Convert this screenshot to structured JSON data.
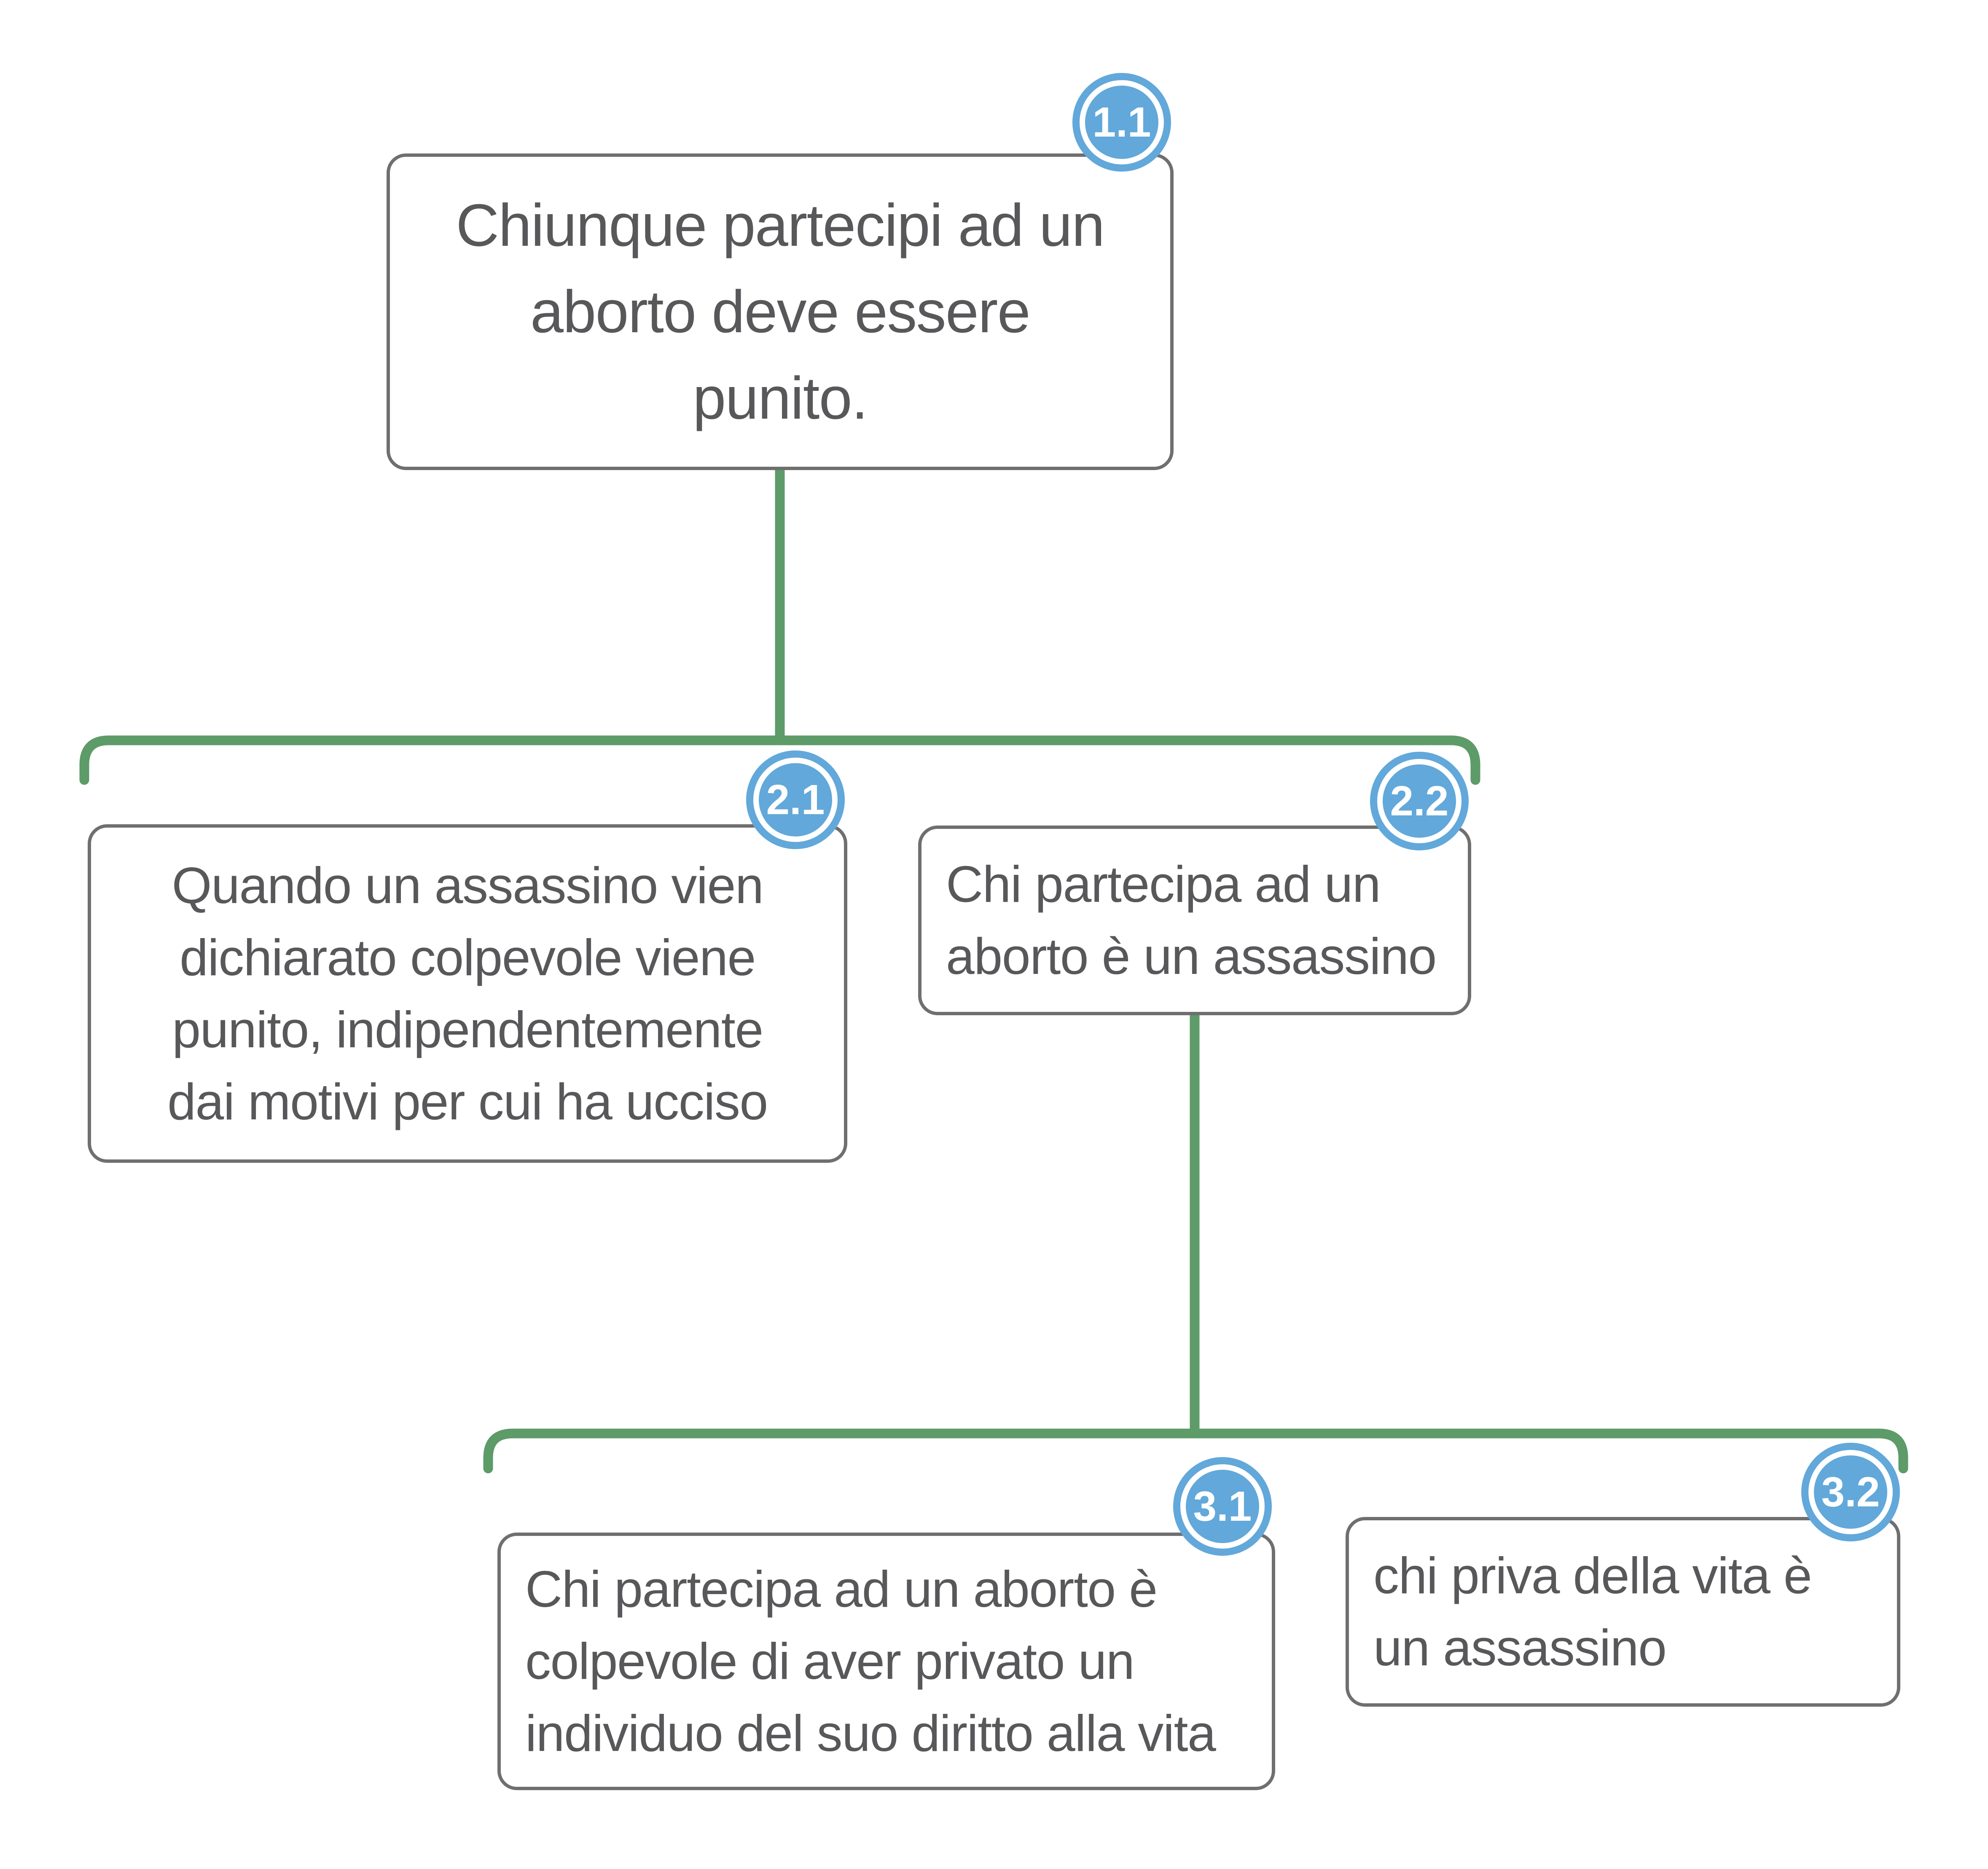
{
  "colors": {
    "connector": "#5d9b68",
    "accent": "#62a8da",
    "box_border": "#6f6f6f",
    "text": "#58585b",
    "badge_text": "#ffffff"
  },
  "nodes": [
    {
      "id": "1.1",
      "text": "Chiunque partecipi ad un\naborto deve essere\npunito."
    },
    {
      "id": "2.1",
      "text": "Quando un assassino vien\ndichiarato colpevole viene\npunito, indipendentemente\ndai motivi per cui ha ucciso"
    },
    {
      "id": "2.2",
      "text": "Chi partecipa ad un\naborto è un assassino"
    },
    {
      "id": "3.1",
      "text": "Chi partecipa ad un aborto è\ncolpevole di aver privato un\nindividuo del suo diritto alla vita"
    },
    {
      "id": "3.2",
      "text": "chi priva della vita è\nun assassino"
    }
  ],
  "edges": [
    {
      "from": "2.1",
      "to": "1.1"
    },
    {
      "from": "2.2",
      "to": "1.1"
    },
    {
      "from": "3.1",
      "to": "2.2"
    },
    {
      "from": "3.2",
      "to": "2.2"
    }
  ]
}
